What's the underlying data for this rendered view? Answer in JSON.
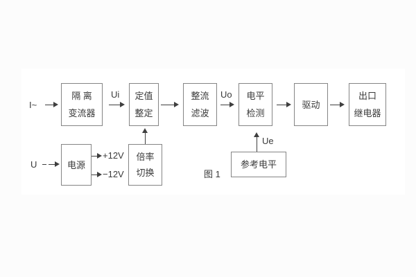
{
  "figure": {
    "caption": "图 1",
    "labels": {
      "current_input": "I~",
      "voltage_input": "U",
      "ui": "Ui",
      "uo": "Uo",
      "ue": "Ue",
      "plus12": "+12V",
      "minus12": "−12V"
    },
    "blocks": {
      "isolation": {
        "line1": "隔 离",
        "line2": "变流器"
      },
      "setpoint": {
        "line1": "定值",
        "line2": "整定"
      },
      "rectifier": {
        "line1": "整流",
        "line2": "滤波"
      },
      "level": {
        "line1": "电平",
        "line2": "检测"
      },
      "drive": {
        "label": "驱动"
      },
      "relay": {
        "line1": "出口",
        "line2": "继电器"
      },
      "power": {
        "label": "电源"
      },
      "ratio": {
        "line1": "倍率",
        "line2": "切换"
      },
      "reference": {
        "label": "参考电平"
      }
    },
    "colors": {
      "line": "#3f3f3f",
      "box_border": "#848484",
      "text": "#3a3a3a",
      "background": "#fcfcfc",
      "panel": "#ffffff"
    }
  }
}
